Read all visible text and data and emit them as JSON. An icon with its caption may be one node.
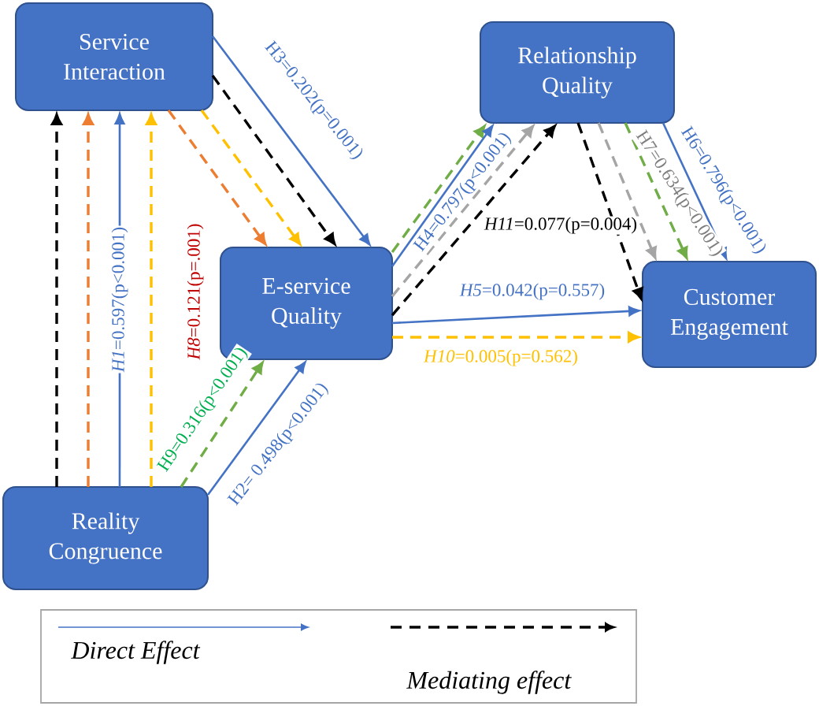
{
  "diagram": {
    "nodes": [
      {
        "text": [
          "Service Interaction"
        ]
      },
      {
        "text": [
          "Relationship Quality"
        ]
      },
      {
        "text": [
          "E-service Quality"
        ]
      },
      {
        "text": [
          "Customer Engagement"
        ]
      },
      {
        "text": [
          "Reality Congruence"
        ]
      }
    ],
    "edges": [
      {
        "from": 4,
        "to": 0,
        "arrow": "to",
        "style": "dashed",
        "color": "#000000"
      },
      {
        "from": 4,
        "to": 0,
        "arrow": "to",
        "style": "dashed",
        "color": "#ed7d31"
      },
      {
        "from": 4,
        "to": 0,
        "arrow": "to",
        "label": "*H1*=0.597(p<0.001)"
      },
      {
        "from": 4,
        "to": 0,
        "arrow": "to",
        "style": "dashed",
        "color": "#ffc000"
      },
      {
        "from": 0,
        "to": 2,
        "arrow": "to",
        "style": "dashed",
        "color": "#ed7d31"
      },
      {
        "from": 0,
        "to": 2,
        "arrow": "to",
        "style": "dashed",
        "color": "#ffc000"
      },
      {
        "from": 0,
        "to": 2,
        "arrow": "to",
        "style": "dashed",
        "color": "#000000"
      },
      {
        "from": 0,
        "to": 2,
        "arrow": "to",
        "label": "H3=0.202(p=0.001)"
      },
      {
        "from": 4,
        "to": 2,
        "arrow": "to",
        "style": "dashed",
        "color": "#70ad47",
        "label": "H9=0.316(p<0.001)"
      },
      {
        "from": 4,
        "to": 2,
        "arrow": "to",
        "label": "H2= 0.498(p<0.001)"
      },
      {
        "from": 2,
        "to": 1,
        "arrow": "to",
        "style": "dashed",
        "color": "#70ad47"
      },
      {
        "from": 2,
        "to": 1,
        "arrow": "to",
        "label": "H4=0.797(p<0.001)"
      },
      {
        "from": 2,
        "to": 1,
        "arrow": "to",
        "style": "dashed",
        "color": "#a5a5a5"
      },
      {
        "from": 2,
        "to": 1,
        "arrow": "to",
        "style": "dashed",
        "color": "#000000"
      },
      {
        "from": 1,
        "to": 3,
        "arrow": "to",
        "style": "dashed",
        "color": "#000000"
      },
      {
        "from": 1,
        "to": 3,
        "arrow": "to",
        "style": "dashed",
        "color": "#a5a5a5",
        "label": "H7=0.634(p<0.001)"
      },
      {
        "from": 1,
        "to": 3,
        "arrow": "to",
        "style": "dashed",
        "color": "#70ad47"
      },
      {
        "from": 1,
        "to": 3,
        "arrow": "to",
        "label": "H6=0.796(p<0.001)"
      },
      {
        "from": 2,
        "to": 3,
        "arrow": "to",
        "label": "*H5*=0.042(p=0.557)"
      },
      {
        "from": 2,
        "to": 3,
        "arrow": "to",
        "style": "dashed",
        "color": "#ffc000",
        "label": "*H10*=0.005(p=0.562)"
      }
    ],
    "labels": [
      "*H8*=0.121(p=.001)",
      "*H11*=0.077(p=0.004)"
    ],
    "legend": [
      {
        "text": "Direct Effect"
      },
      {
        "text": "Mediating effect"
      }
    ]
  }
}
